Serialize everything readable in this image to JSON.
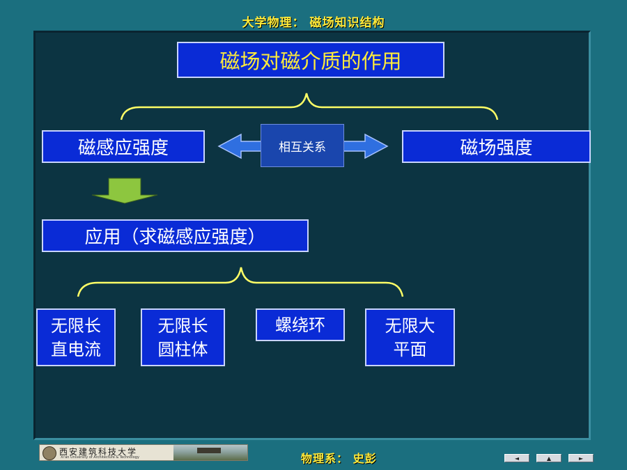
{
  "header": {
    "title": "大学物理： 磁场知识结构"
  },
  "diagram": {
    "title": "磁场对磁介质的作用",
    "left_box": "磁感应强度",
    "relation": "相互关系",
    "right_box": "磁场强度",
    "application": "应用（求磁感应强度）",
    "cases": [
      {
        "line1": "无限长",
        "line2": "直电流"
      },
      {
        "line1": "无限长",
        "line2": "圆柱体"
      },
      {
        "line1": "螺绕环",
        "line2": ""
      },
      {
        "line1": "无限大",
        "line2": "平面"
      }
    ]
  },
  "footer": {
    "department": "物理系： 史彭",
    "logo_name": "西安建筑科技大学",
    "logo_sub": "Xi'an University of Architecture & Technology",
    "nav": {
      "prev_icon": "left-triangle-icon",
      "home_icon": "home-icon",
      "next_icon": "right-triangle-icon"
    }
  },
  "colors": {
    "background": "#1b6f7f",
    "panel": "#0c3442",
    "box_fill": "#0a2bd6",
    "accent_text": "#ffeb3b",
    "brace": "#ffff66",
    "arrow_down": "#8dc63f"
  }
}
